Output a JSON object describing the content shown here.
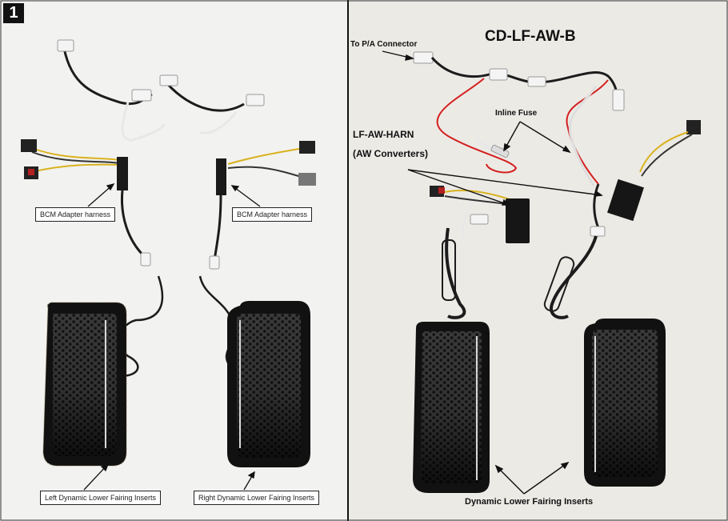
{
  "step_number": "1",
  "left_panel": {
    "harness_label_left": "BCM Adapter harness",
    "harness_label_right": "BCM Adapter harness",
    "insert_label_left": "Left Dynamic Lower Fairing Inserts",
    "insert_label_right": "Right Dynamic Lower Fairing Inserts"
  },
  "right_panel": {
    "title": "CD-LF-AW-B",
    "connector_label": "To P/A Connector",
    "fuse_label": "Inline Fuse",
    "harness_label": "LF-AW-HARN",
    "converter_label": "(AW Converters)",
    "inserts_label": "Dynamic Lower Fairing Inserts"
  },
  "colors": {
    "panel_left": "#f2f2f0",
    "panel_right": "#eceae5",
    "divider": "#111111",
    "insert_body": "#1a1a1a",
    "wire_black": "#1c1c1c",
    "wire_red": "#d42020",
    "wire_yellow": "#d9b21f"
  }
}
